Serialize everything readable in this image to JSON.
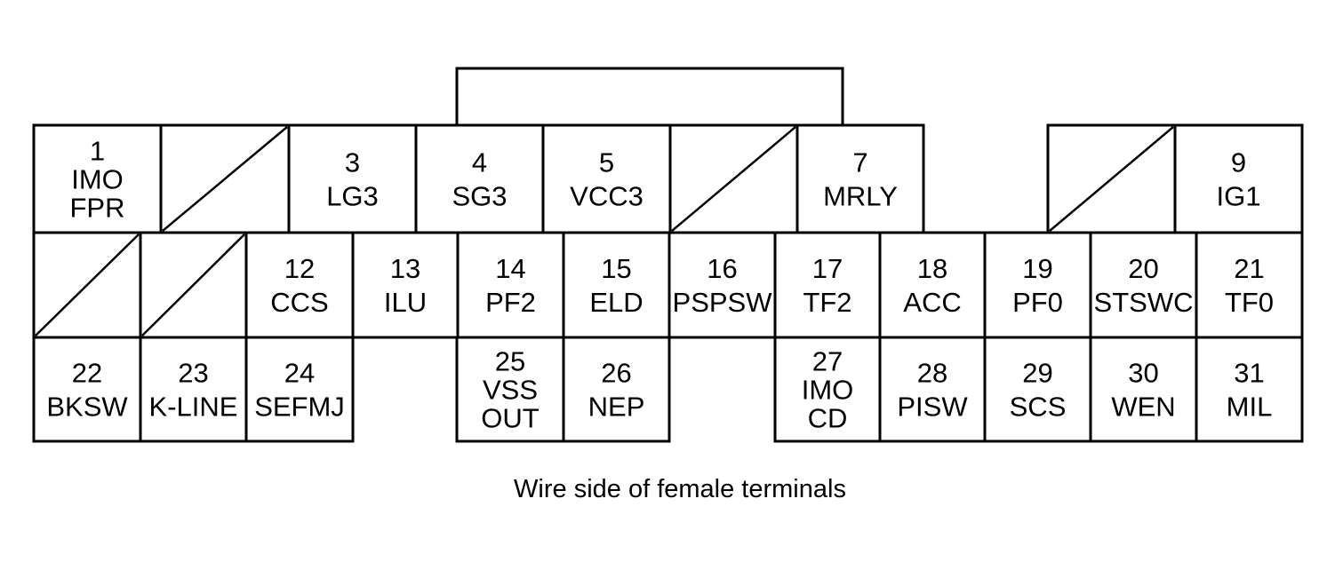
{
  "caption": "Wire side of female terminals",
  "pins": [
    {
      "id": "p1",
      "lines": [
        "1",
        "IMO",
        "FPR"
      ]
    },
    {
      "id": "p2",
      "blank": true
    },
    {
      "id": "p3",
      "lines": [
        "3",
        "LG3"
      ]
    },
    {
      "id": "p4",
      "lines": [
        "4",
        "SG3"
      ]
    },
    {
      "id": "p5",
      "lines": [
        "5",
        "VCC3"
      ]
    },
    {
      "id": "p6",
      "blank": true
    },
    {
      "id": "p7",
      "lines": [
        "7",
        "MRLY"
      ]
    },
    {
      "id": "p8",
      "blank": true
    },
    {
      "id": "p9",
      "lines": [
        "9",
        "IG1"
      ]
    },
    {
      "id": "p10",
      "blank": true
    },
    {
      "id": "p11",
      "blank": true
    },
    {
      "id": "p12",
      "lines": [
        "12",
        "CCS"
      ]
    },
    {
      "id": "p13",
      "lines": [
        "13",
        "ILU"
      ]
    },
    {
      "id": "p14",
      "lines": [
        "14",
        "PF2"
      ]
    },
    {
      "id": "p15",
      "lines": [
        "15",
        "ELD"
      ]
    },
    {
      "id": "p16",
      "lines": [
        "16",
        "PSPSW"
      ]
    },
    {
      "id": "p17",
      "lines": [
        "17",
        "TF2"
      ]
    },
    {
      "id": "p18",
      "lines": [
        "18",
        "ACC"
      ]
    },
    {
      "id": "p19",
      "lines": [
        "19",
        "PF0"
      ]
    },
    {
      "id": "p20",
      "lines": [
        "20",
        "STSWC"
      ]
    },
    {
      "id": "p21",
      "lines": [
        "21",
        "TF0"
      ]
    },
    {
      "id": "p22",
      "lines": [
        "22",
        "BKSW"
      ]
    },
    {
      "id": "p23",
      "lines": [
        "23",
        "K-LINE"
      ]
    },
    {
      "id": "p24",
      "lines": [
        "24",
        "SEFMJ"
      ]
    },
    {
      "id": "p25",
      "lines": [
        "25",
        "VSS",
        "OUT"
      ]
    },
    {
      "id": "p26",
      "lines": [
        "26",
        "NEP"
      ]
    },
    {
      "id": "p27",
      "lines": [
        "27",
        "IMO",
        "CD"
      ]
    },
    {
      "id": "p28",
      "lines": [
        "28",
        "PISW"
      ]
    },
    {
      "id": "p29",
      "lines": [
        "29",
        "SCS"
      ]
    },
    {
      "id": "p30",
      "lines": [
        "30",
        "WEN"
      ]
    },
    {
      "id": "p31",
      "lines": [
        "31",
        "MIL"
      ]
    }
  ]
}
